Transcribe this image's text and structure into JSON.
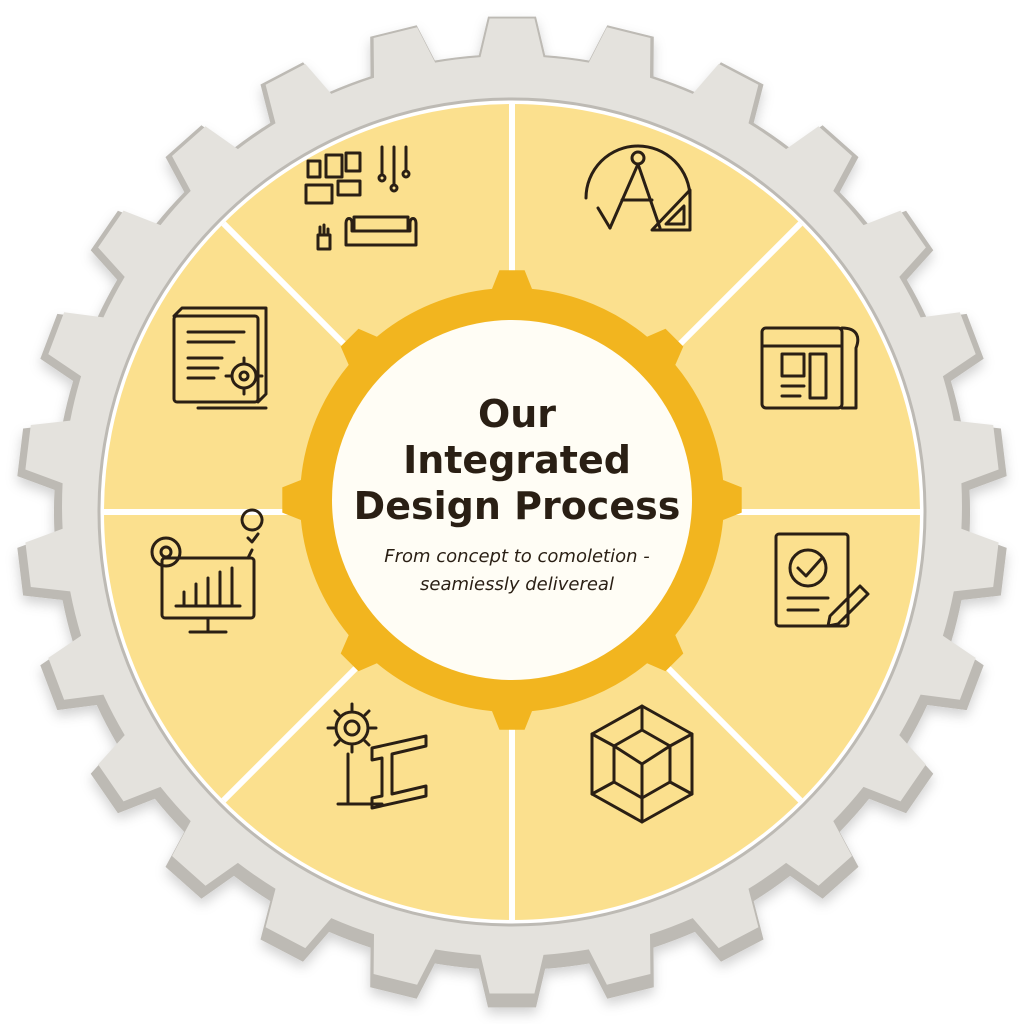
{
  "diagram": {
    "title_lines": [
      "Our",
      "Integrated",
      "Design Process"
    ],
    "subtitle_lines": [
      "From concept to comoletion -",
      "seamiessly delivereal"
    ],
    "segments": [
      {
        "icon": "compass-and-ruler-icon"
      },
      {
        "icon": "blueprint-plans-icon"
      },
      {
        "icon": "checklist-approval-icon"
      },
      {
        "icon": "3d-cube-model-icon"
      },
      {
        "icon": "gear-and-steel-beam-icon"
      },
      {
        "icon": "monitor-analytics-icon"
      },
      {
        "icon": "presentation-board-gear-icon"
      },
      {
        "icon": "interior-furniture-icon"
      }
    ],
    "colors": {
      "gear": "#e4e2dd",
      "gear_edge": "#bdbab4",
      "segment": "#fbe08e",
      "segment_divider": "#ffffff",
      "inner_ring": "#f2b51f",
      "center": "#fffdf5",
      "icon_stroke": "#2a1f14"
    }
  }
}
